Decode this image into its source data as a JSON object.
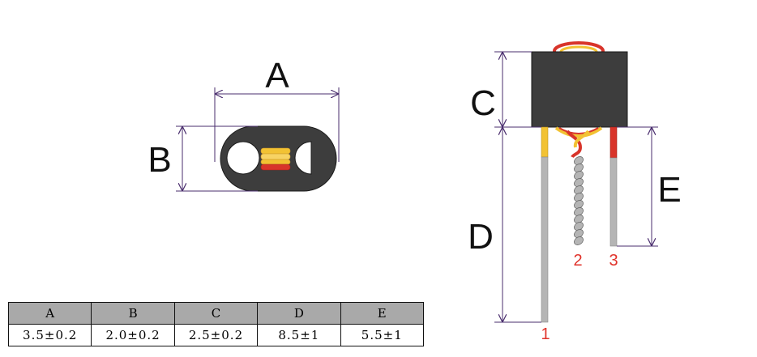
{
  "labels": {
    "A": "A",
    "B": "B",
    "C": "C",
    "D": "D",
    "E": "E"
  },
  "pins": [
    "1",
    "2",
    "3"
  ],
  "colors": {
    "core": "#3d3d3d",
    "dimension_line": "#4a2e6e",
    "wire_red": "#d8342a",
    "wire_yellow": "#f2c233",
    "lead_gray": "#b5b5b5",
    "pin_label": "#e0322a",
    "table_header": "#a9a9a9"
  },
  "spec_table": {
    "headers": [
      "A",
      "B",
      "C",
      "D",
      "E"
    ],
    "values": [
      "3.5±0.2",
      "2.0±0.2",
      "2.5±0.2",
      "8.5±1",
      "5.5±1"
    ]
  }
}
